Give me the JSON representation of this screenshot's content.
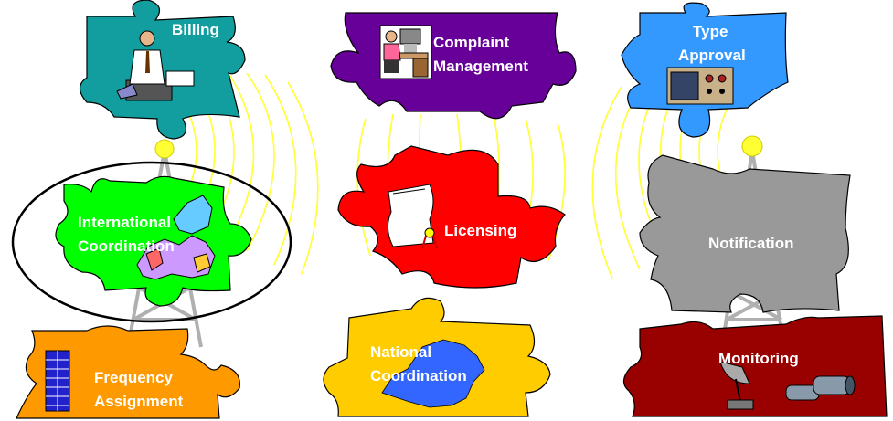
{
  "pieces": {
    "billing": {
      "label": "Billing",
      "color": "#129e9e"
    },
    "complaint": {
      "line1": "Complaint",
      "line2": "Management",
      "color": "#660099"
    },
    "type_approval": {
      "line1": "Type",
      "line2": "Approval",
      "color": "#3399ff"
    },
    "international": {
      "line1": "International",
      "line2": "Coordination",
      "color": "#00ff00"
    },
    "licensing": {
      "label": "Licensing",
      "color": "#ff0000"
    },
    "notification": {
      "label": "Notification",
      "color": "#999999"
    },
    "frequency": {
      "line1": "Frequency",
      "line2": "Assignment",
      "color": "#ff9900"
    },
    "national": {
      "line1": "National",
      "line2": "Coordination",
      "color": "#ffcc00"
    },
    "monitoring": {
      "label": "Monitoring",
      "color": "#990000"
    }
  },
  "highlight": {
    "piece": "international",
    "shape": "ellipse"
  },
  "icons": {
    "billing": "person-at-ticker-machine-icon",
    "complaint": "person-at-computer-desk-icon",
    "type_approval": "test-equipment-icon",
    "international": "europe-map-icon",
    "licensing": "certificate-scroll-icon",
    "frequency": "frequency-table-icon",
    "national": "china-map-icon",
    "monitoring_dish": "satellite-dish-icon",
    "monitoring_binoculars": "binoculars-icon",
    "tower": "radio-tower-icon",
    "waves": "radio-waves-icon"
  }
}
